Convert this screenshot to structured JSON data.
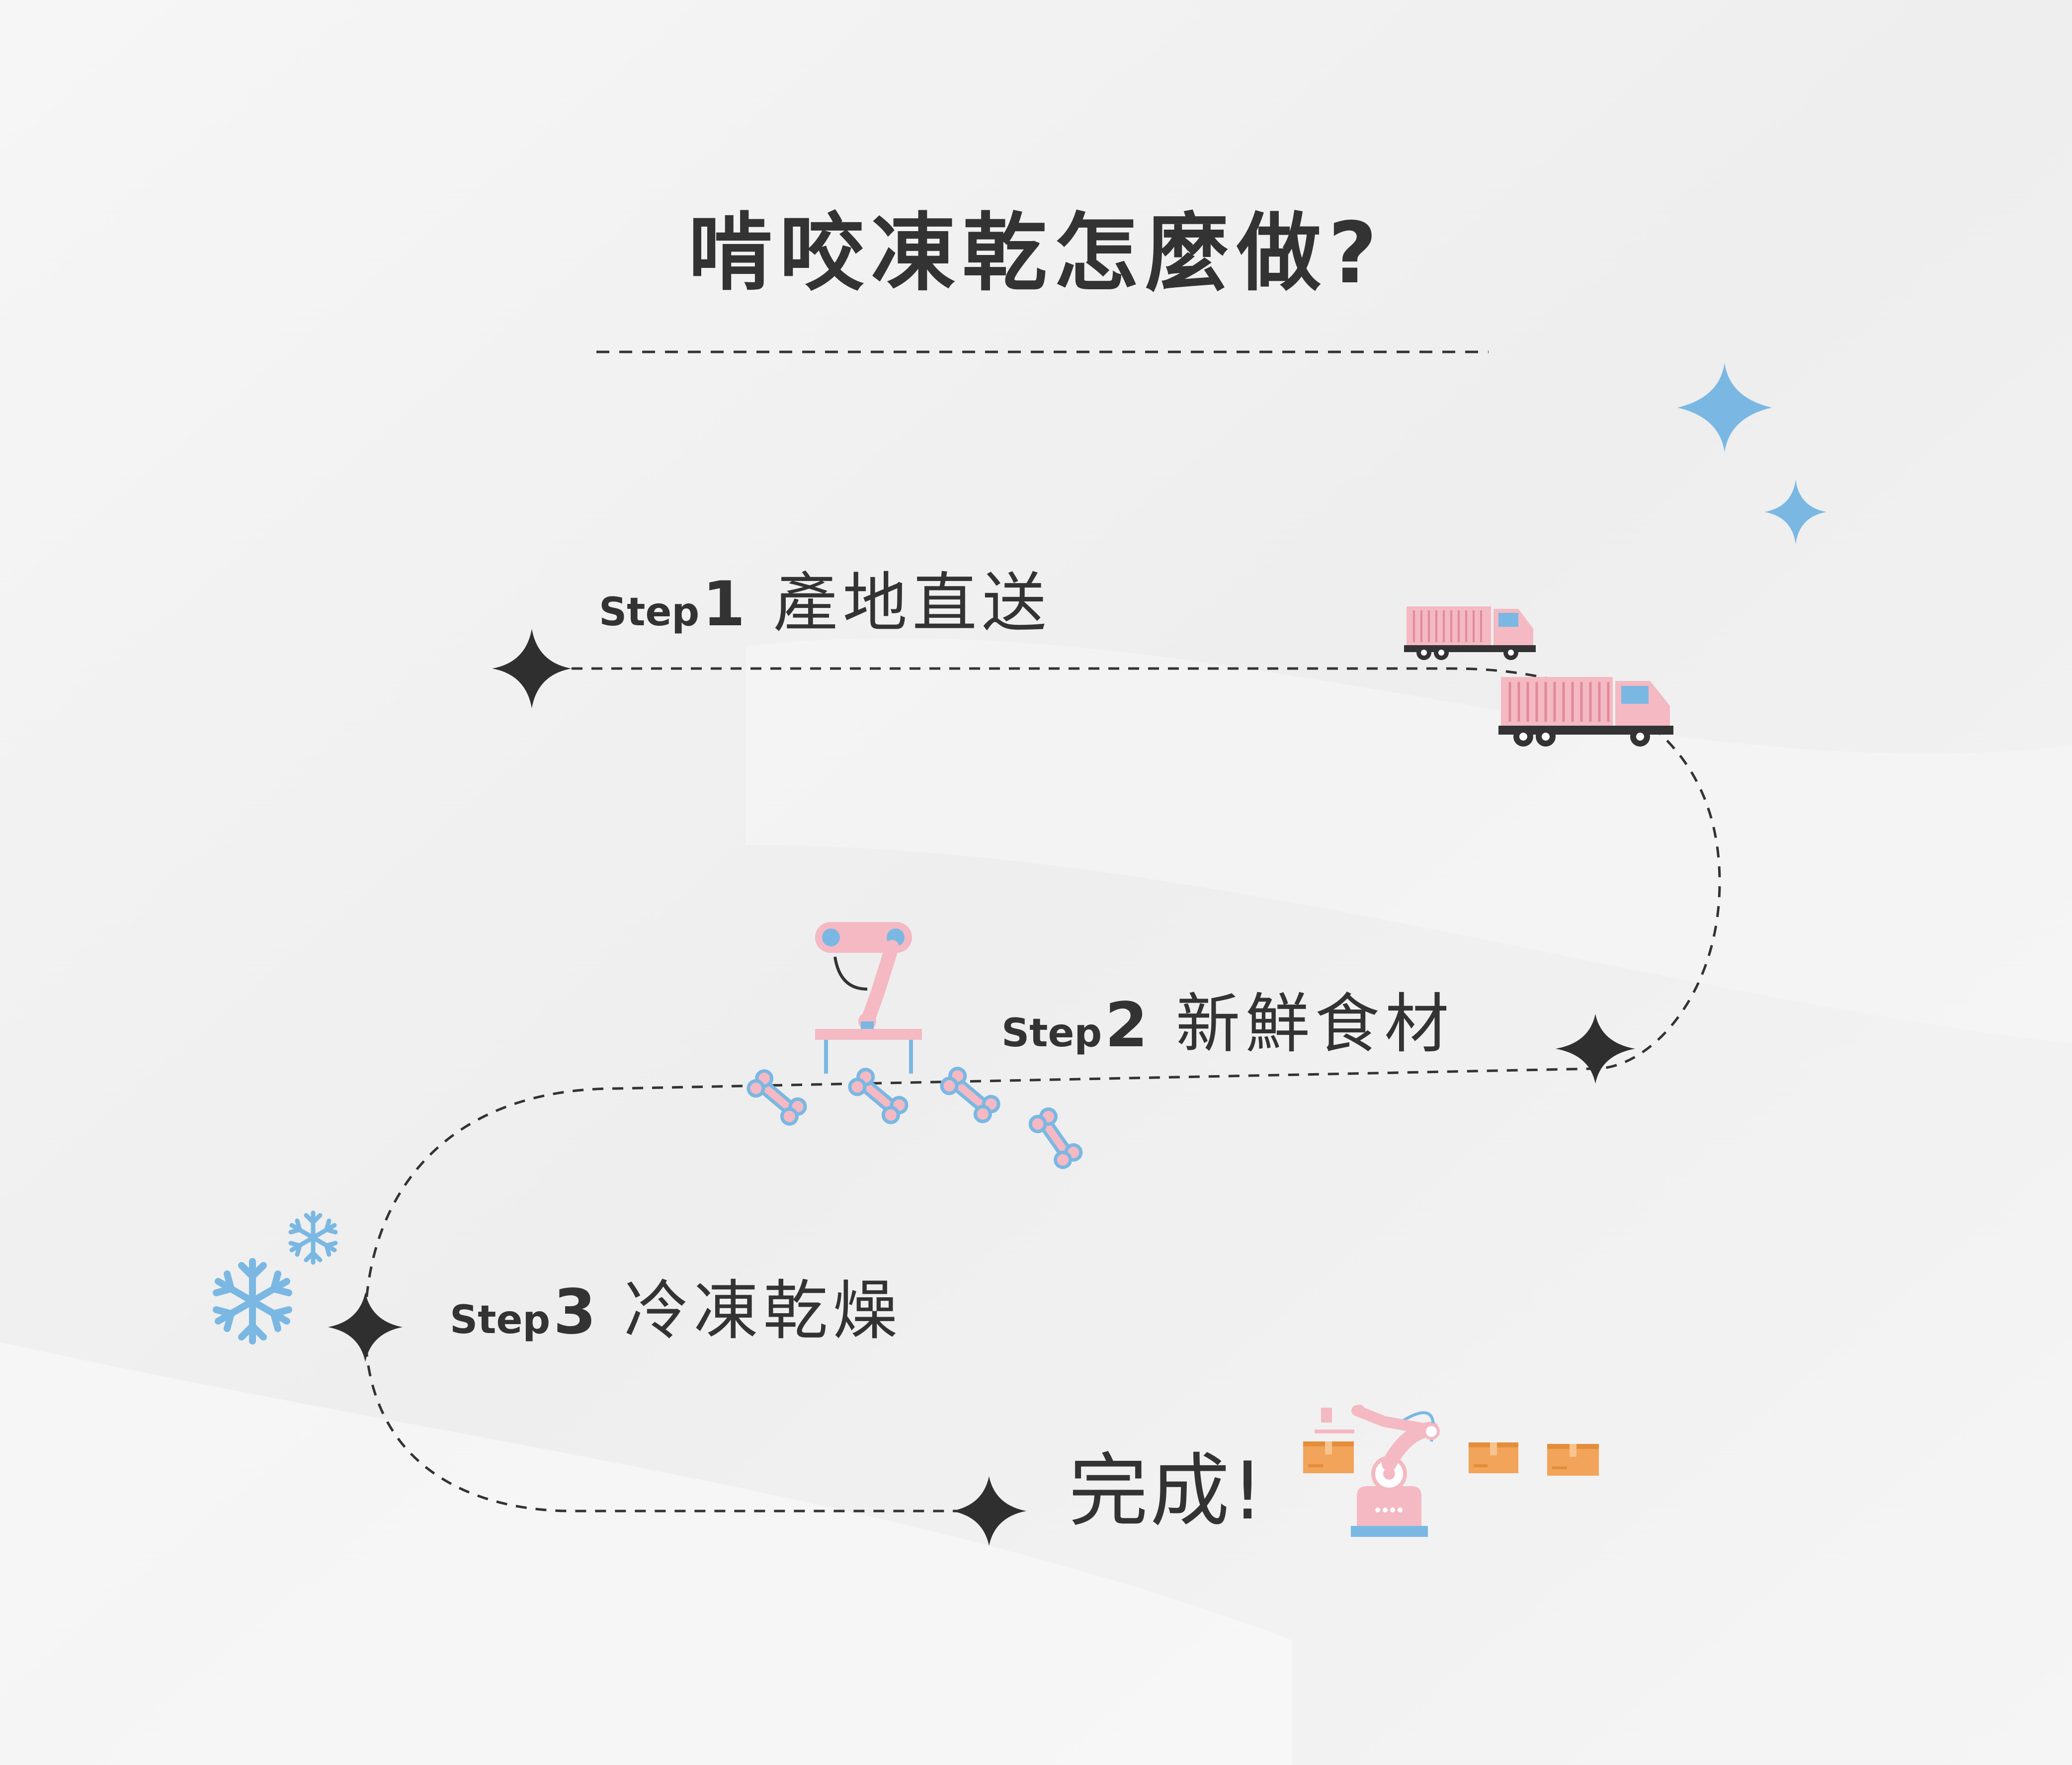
{
  "title": "啃咬凍乾怎麼做?",
  "steps": [
    {
      "word": "Step",
      "number": "1",
      "label": "產地直送"
    },
    {
      "word": "Step",
      "number": "2",
      "label": "新鮮食材"
    },
    {
      "word": "Step",
      "number": "3",
      "label": "冷凍乾燥"
    }
  ],
  "finish": "完成!",
  "colors": {
    "text": "#333333",
    "accent_blue": "#7ab8e3",
    "accent_pink": "#f4b9c3",
    "box_orange": "#f2a45a",
    "background": "#f3f3f3"
  },
  "icons": [
    "sparkle-icon",
    "truck-icon",
    "robot-arm-icon",
    "bone-icon",
    "snowflake-icon",
    "box-icon",
    "diamond-marker-icon"
  ]
}
